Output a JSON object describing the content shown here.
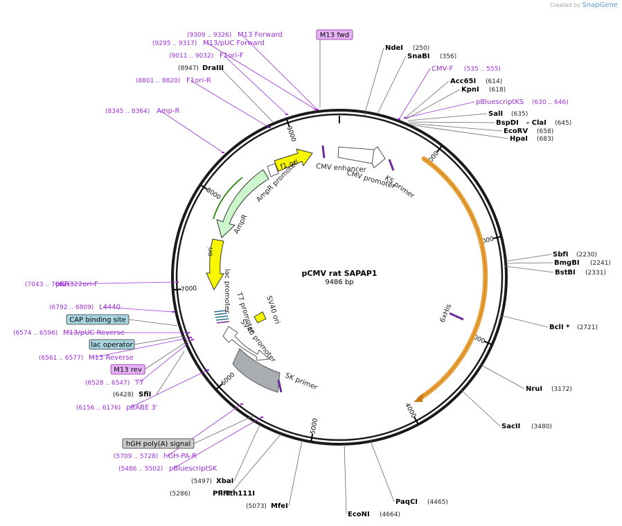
{
  "credit": {
    "prefix": "Created by",
    "brand": "SnapGene"
  },
  "center": {
    "title": "pCMV rat SAPAP1",
    "size": "9486 bp"
  },
  "ticks": [
    "1000",
    "2000",
    "3000",
    "4000",
    "5000",
    "6000",
    "7000",
    "8000",
    "9000"
  ],
  "enzymes": [
    {
      "name": "NdeI",
      "pos": "(250)"
    },
    {
      "name": "SnaBI",
      "pos": "(356)"
    },
    {
      "name": "Acc65I",
      "pos": "(614)"
    },
    {
      "name": "KpnI",
      "pos": "(618)"
    },
    {
      "name": "SalI",
      "pos": "(635)"
    },
    {
      "name": "BspDI",
      "pos": "(645)",
      "extra": "ClaI"
    },
    {
      "name": "EcoRV",
      "pos": "(658)"
    },
    {
      "name": "HpaI",
      "pos": "(683)"
    },
    {
      "name": "SbfI",
      "pos": "(2230)"
    },
    {
      "name": "BmgBI",
      "pos": "(2241)"
    },
    {
      "name": "BstBI",
      "pos": "(2331)"
    },
    {
      "name": "BclI *",
      "pos": "(2721)"
    },
    {
      "name": "NruI",
      "pos": "(3172)"
    },
    {
      "name": "SacII",
      "pos": "(3480)"
    },
    {
      "name": "PaqCI",
      "pos": "(4465)"
    },
    {
      "name": "EcoNI",
      "pos": "(4664)"
    },
    {
      "name": "MfeI",
      "pos": "(5073)"
    },
    {
      "name": "PflFI",
      "pos": "(5286)",
      "extra": "Tth111I"
    },
    {
      "name": "XbaI",
      "pos": "(5497)"
    },
    {
      "name": "SfiI",
      "pos": "(6428)"
    },
    {
      "name": "DraIII",
      "pos": "(8947)"
    }
  ],
  "primers": [
    {
      "name": "M13 Forward",
      "range": "(9309 .. 9326)"
    },
    {
      "name": "M13/pUC Forward",
      "range": "(9295 .. 9317)"
    },
    {
      "name": "F1ori-F",
      "range": "(9011 .. 9032)"
    },
    {
      "name": "F1ori-R",
      "range": "(8801 .. 8820)"
    },
    {
      "name": "Amp-R",
      "range": "(8345 .. 8364)"
    },
    {
      "name": "CMV-F",
      "range": "(535 .. 555)"
    },
    {
      "name": "pBluescriptKS",
      "range": "(630 .. 646)"
    },
    {
      "name": "pBR322ori-F",
      "range": "(7043 .. 7062)"
    },
    {
      "name": "L4440",
      "range": "(6792 .. 6809)"
    },
    {
      "name": "M13/pUC Reverse",
      "range": "(6574 .. 6596)"
    },
    {
      "name": "M13 Reverse",
      "range": "(6561 .. 6577)"
    },
    {
      "name": "T7",
      "range": "(6528 .. 6547)"
    },
    {
      "name": "pBABE 3'",
      "range": "(6156 .. 6176)"
    },
    {
      "name": "hGH-PA-R",
      "range": "(5709 .. 5728)"
    },
    {
      "name": "pBluescriptSK",
      "range": "(5486 .. 5502)"
    }
  ],
  "boxed": [
    {
      "name": "M13 fwd"
    },
    {
      "name": "CAP binding site"
    },
    {
      "name": "lac operator"
    },
    {
      "name": "M13 rev"
    },
    {
      "name": "hGH poly(A) signal"
    }
  ],
  "features": {
    "cmv_enhancer": "CMV enhancer",
    "cmv_promoter": "CMV promoter",
    "ks_primer": "KS primer",
    "sixxhis": "6xHis",
    "f1_ori": "f1 ori",
    "ampr_promoter": "AmpR promoter",
    "ampr": "AmpR",
    "ori": "ori",
    "lac_promoter": "lac promoter",
    "t7_promoter": "T7 promoter",
    "sv40_ori": "SV40 ori",
    "sv40_promoter": "SV40 promoter",
    "sk_primer": "SK primer"
  },
  "colors": {
    "backbone": "#1a1a1a",
    "primer": "#9b2bd6",
    "orf": "#e8a33c",
    "yellow": "#f7f700",
    "ampr": "#ccf7cc",
    "grey": "#a9adb2",
    "cap_box": "#a8d4e0",
    "m13_box": "#e6b3f5"
  }
}
